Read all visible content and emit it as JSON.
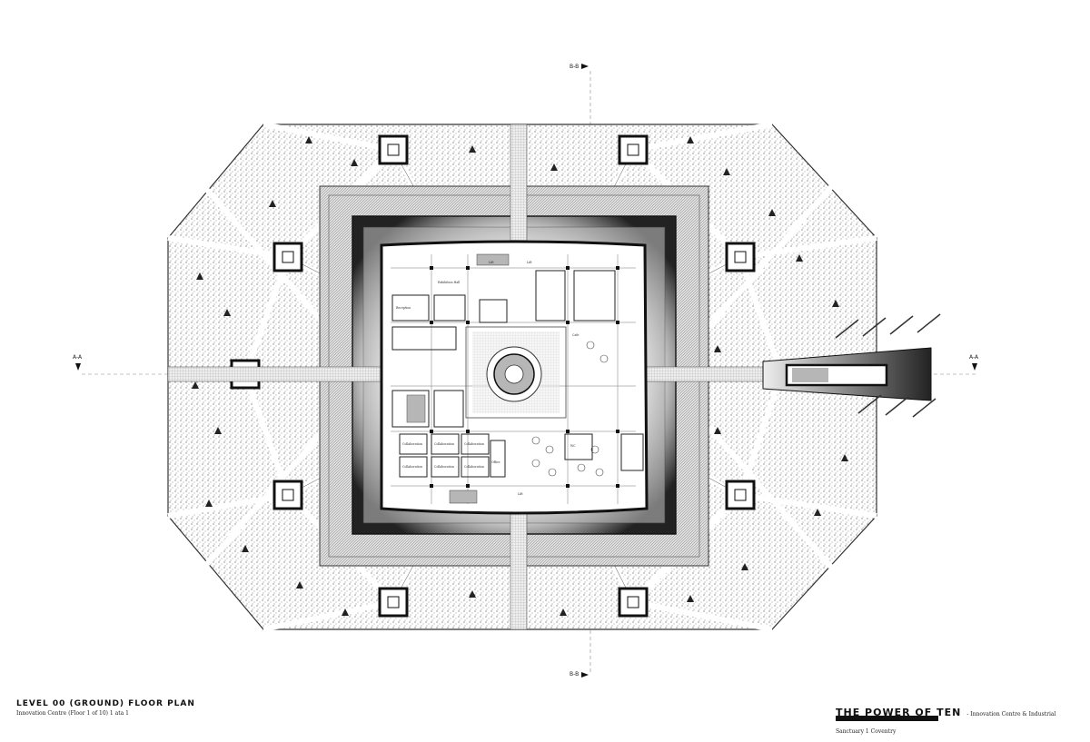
{
  "title": {
    "main": "LEVEL 00 (GROUND) FLOOR PLAN",
    "subtitle": "Innovation Centre (Floor 1 of 10) 1 ata 1"
  },
  "brand": {
    "name": "THE POWER OF TEN",
    "tagline": "- Innovation Centre & Industrial Sanctuary 1 Coventry"
  },
  "section_markers": {
    "top": "B-B",
    "bottom": "B-B",
    "left": "A-A",
    "right": "A-A"
  },
  "rooms": {
    "lift_nw": "Lift",
    "lift_ne": "Lift",
    "lift_s": "Lift",
    "exhibition_hall": "Exhibition Hall",
    "reception": "Reception",
    "cafe": "Cafe",
    "collab_1": "Collaboration",
    "collab_2": "Collaboration",
    "collab_3": "Collaboration",
    "collab_4": "Collaboration",
    "collab_5": "Collaboration",
    "collab_6": "Collaboration",
    "office": "Office",
    "wc": "WC"
  },
  "colors": {
    "ink": "#111111",
    "paper": "#ffffff",
    "hatch": "#9a9a9a"
  }
}
